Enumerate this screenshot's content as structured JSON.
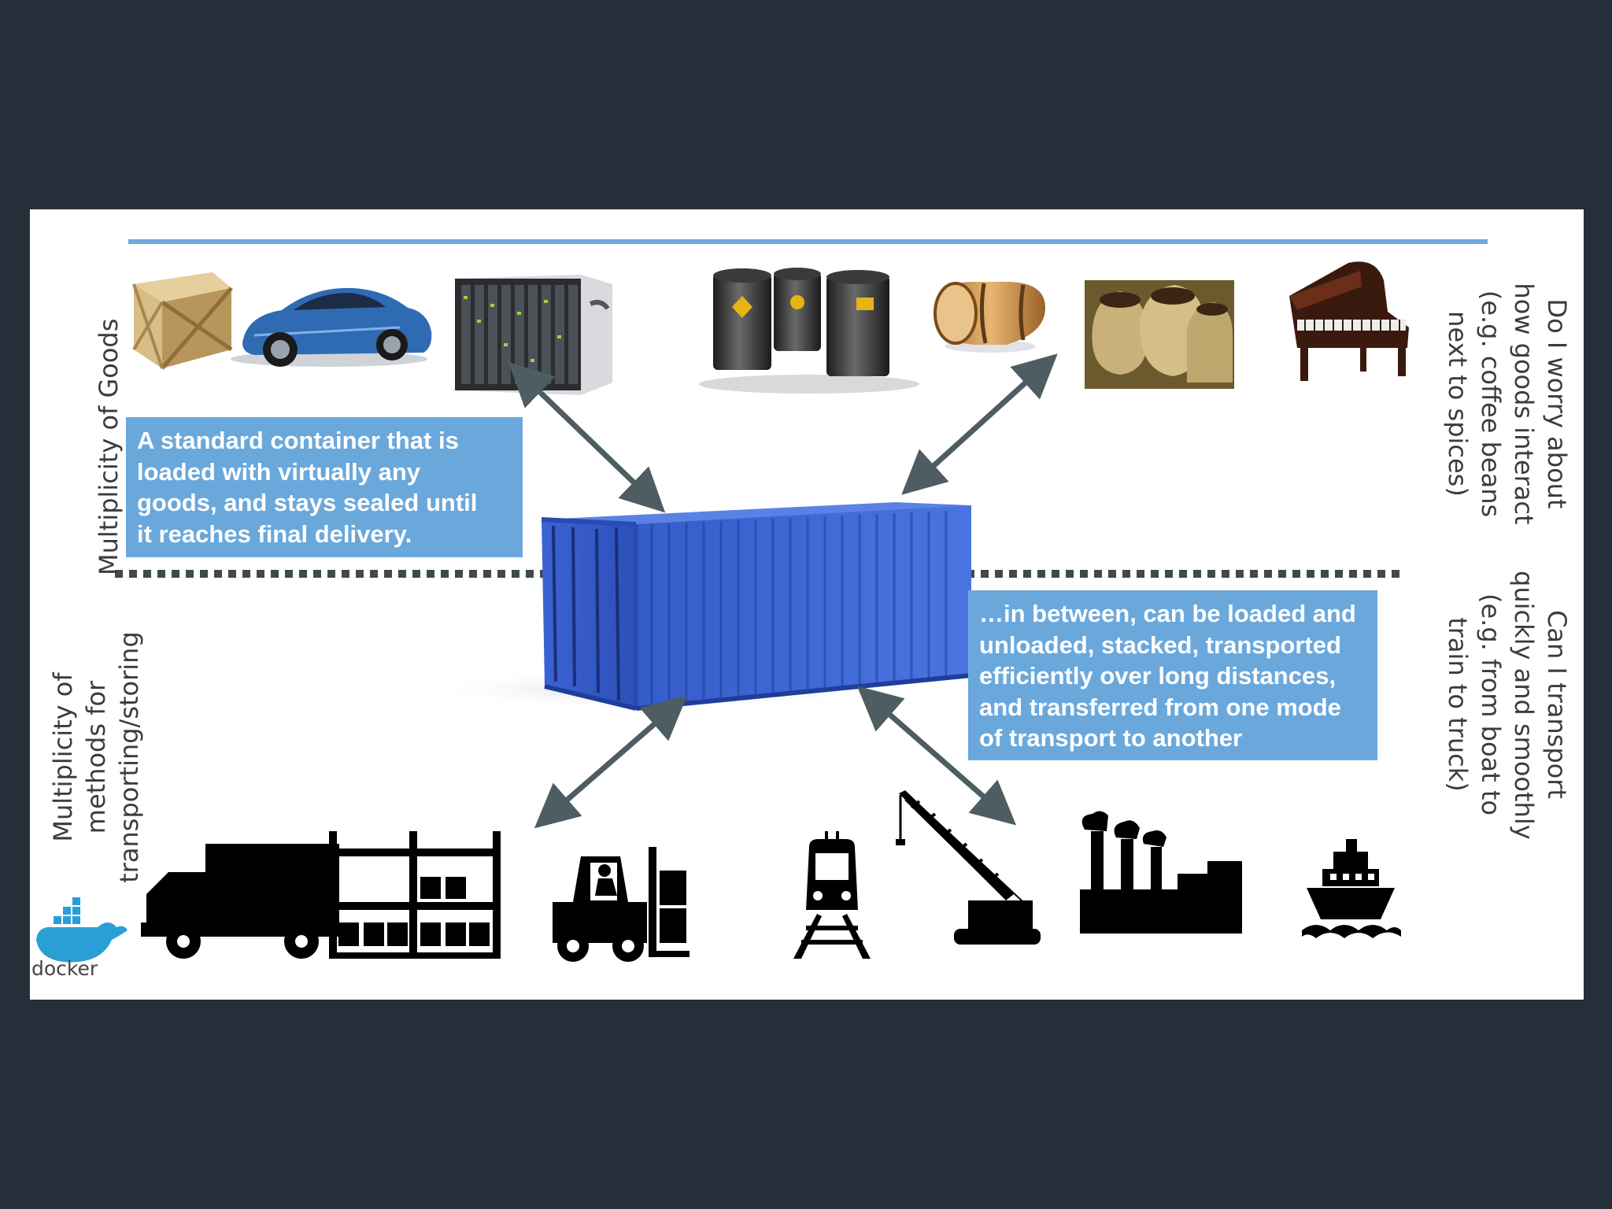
{
  "labels": {
    "goods": "Multiplicity of Goods",
    "methods": [
      "Multiplicity of",
      "methods for",
      "transporting/storing"
    ],
    "worry": [
      "Do I worry about",
      "how goods interact",
      "(e.g. coffee beans",
      "next to spices)"
    ],
    "transport": [
      "Can I transport",
      "quickly and smoothly",
      "(e.g. from boat to",
      "train to truck)"
    ]
  },
  "callouts": {
    "top": [
      "A standard container that is",
      "loaded with virtually any",
      "goods, and stays sealed until",
      "it reaches final delivery."
    ],
    "bottom": [
      "…in between, can be loaded and",
      "unloaded, stacked, transported",
      "efficiently over long distances,",
      "and transferred from one mode",
      "of transport to another"
    ]
  },
  "goods_icons": [
    "crate-icon",
    "sports-car-icon",
    "server-rack-icon",
    "oil-barrels-icon",
    "wooden-barrel-icon",
    "coffee-sacks-icon",
    "grand-piano-icon"
  ],
  "transport_icons": [
    "truck-icon",
    "storage-shelf-icon",
    "forklift-icon",
    "train-icon",
    "crane-icon",
    "factory-icon",
    "ship-icon"
  ],
  "logo": "docker",
  "colors": {
    "background": "#252f3a",
    "slide": "#ffffff",
    "callout": "#6aa8dc",
    "top_rule": "#6fa8dc",
    "arrow": "#4d5d61",
    "container": "#3a63c9",
    "dotted_divider": "#3f4a50"
  }
}
